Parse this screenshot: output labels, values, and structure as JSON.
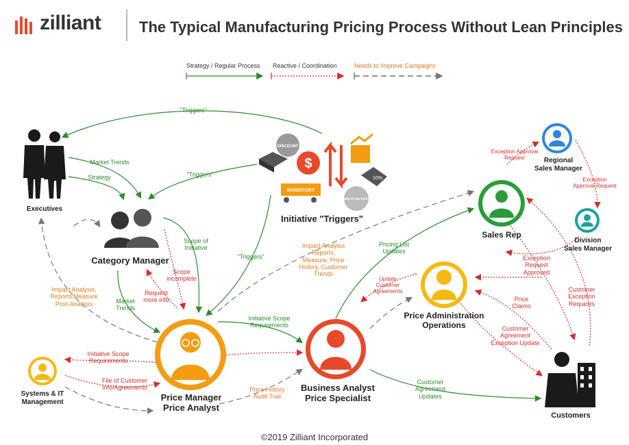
{
  "header": {
    "brand": "zilliant",
    "title": "The Typical Manufacturing Pricing Process Without Lean Principles"
  },
  "legend": {
    "strategy": "Strategy / Regular Process",
    "reactive": "Reactive / Coordination",
    "improve": "Needs to Improve Campaigns"
  },
  "colors": {
    "green": "#2e8b2e",
    "red": "#d12f2f",
    "orange": "#e07a1a",
    "gray": "#777777",
    "price_manager": "#f39c12",
    "business_analyst": "#e8492b",
    "sales_rep": "#2a9d3a",
    "price_admin": "#f5b914",
    "regional": "#2e86de",
    "division": "#1aa39a"
  },
  "nodes": {
    "executives": "Executives",
    "category_manager": "Category Manager",
    "initiative_triggers": "Initiative \"Triggers\"",
    "sales_rep": "Sales Rep",
    "regional_line1": "Regional",
    "regional_line2": "Sales Manager",
    "division_line1": "Division",
    "division_line2": "Sales Manager",
    "price_admin_line1": "Price Administration",
    "price_admin_line2": "Operations",
    "price_manager_line1": "Price Manager",
    "price_manager_line2": "Price Analyst",
    "business_analyst_line1": "Business Analyst",
    "business_analyst_line2": "Price Specialist",
    "systems_line1": "Systems & IT",
    "systems_line2": "Management",
    "customers": "Customers"
  },
  "trigger_icons": {
    "discount": "DISCOUNT",
    "inventory": "INVENTORY",
    "competitive": "COMPETITIVE PRICING",
    "dollar": "$",
    "tag": "10%"
  },
  "edges": {
    "triggers_top": "\"Triggers\"",
    "market_trends_top": "Market Trends",
    "strategy": "Strategy",
    "triggers_mid": "\"Triggers\"",
    "scope_of_initiative_1": "Scope of",
    "scope_of_initiative_2": "Initiative",
    "triggers_low": "\"Triggers\"",
    "scope_incomplete_1": "Scope",
    "scope_incomplete_2": "incomplete",
    "request_more_1": "Request",
    "request_more_2": "more info",
    "market_trends_low_1": "Market",
    "market_trends_low_2": "Trends",
    "impact_post_1": "Impact Analysis,",
    "impact_post_2": "Reports,Measure",
    "impact_post_3": "Post-Analysis",
    "impact_reports_1": "Impact Analysis",
    "impact_reports_2": "Reports,",
    "impact_reports_3": "Measure, Price",
    "impact_reports_4": "History, Customer",
    "impact_reports_5": "Trends",
    "pricing_list_1": "Pricing List",
    "pricing_list_2": "Updates",
    "update_cust_1": "Update",
    "update_cust_2": "Customer",
    "update_cust_3": "Agreements",
    "initiative_scope_req_1": "Initiative Scope",
    "initiative_scope_req_2": "Requirements",
    "initiative_scope_left_1": "Initiative Scope",
    "initiative_scope_left_2": "Requirements",
    "file_customer_1": "File of Customer",
    "file_customer_2": "Info/Agreements",
    "price_history_1": "Price History",
    "price_history_2": "Audit Trail",
    "customer_agreement_updates_1": "Customer",
    "customer_agreement_updates_2": "Agreement",
    "customer_agreement_updates_3": "Updates",
    "exception_approval_request_1": "Exception  Approval",
    "exception_approval_request_2": "Request",
    "exception_approval_request_r1": "Exception",
    "exception_approval_request_r2": "Approval Request",
    "exception_request_approved_1": "Exception",
    "exception_request_approved_2": "Request",
    "exception_request_approved_3": "Approved",
    "price_claims_1": "Price",
    "price_claims_2": "Claims",
    "customer_agreement_exc_1": "Customer",
    "customer_agreement_exc_2": "Agreement",
    "customer_agreement_exc_3": "Exception Update",
    "customer_exception_1": "Customer",
    "customer_exception_2": "Exception",
    "customer_exception_3": "Requests"
  },
  "footer": "©2019 Zilliant Incorporated"
}
